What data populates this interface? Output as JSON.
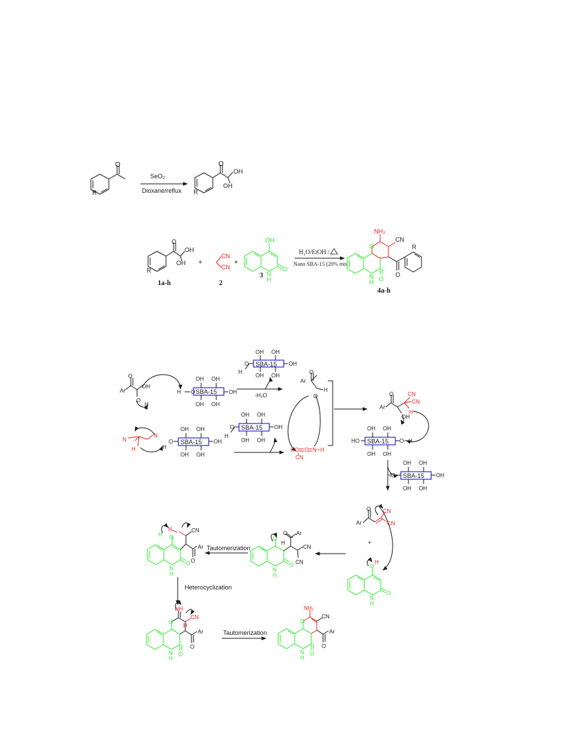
{
  "colors": {
    "black": "#1a1a1a",
    "green": "#2ee82e",
    "red": "#ee2020",
    "blue": "#2a2ad8"
  },
  "scheme1": {
    "reagent": "SeO₂",
    "condition": "Dioxane/reflux",
    "substituent": "R",
    "oxo": "O",
    "oh1": "OH",
    "oh2": "OH"
  },
  "scheme2": {
    "cmp1_label": "1a-h",
    "cmp2_label": "2",
    "cmp3_label": "3",
    "product_label": "4a-h",
    "plus": "+",
    "conditions_top": "H₂O/EtOH  /",
    "conditions_bottom": "Nano SBA-15 (20% mol)",
    "cn": "CN",
    "nh2": "NH₂",
    "oh": "OH",
    "nh": "N",
    "h": "H",
    "o": "O",
    "r": "R"
  },
  "mechanism": {
    "catalyst": "SBA-15",
    "oh": "OH",
    "ho": "HO",
    "h": "H",
    "o": "O",
    "ar": "Ar",
    "cn": "CN",
    "nh": "NH",
    "nh2": "NH₂",
    "n": "N",
    "minus_water": "-H₂O",
    "plus": "+",
    "hc": "HC",
    "c": "C",
    "tautomerization": "Tautomerization",
    "heterocyclization": "Heterocyclization"
  }
}
